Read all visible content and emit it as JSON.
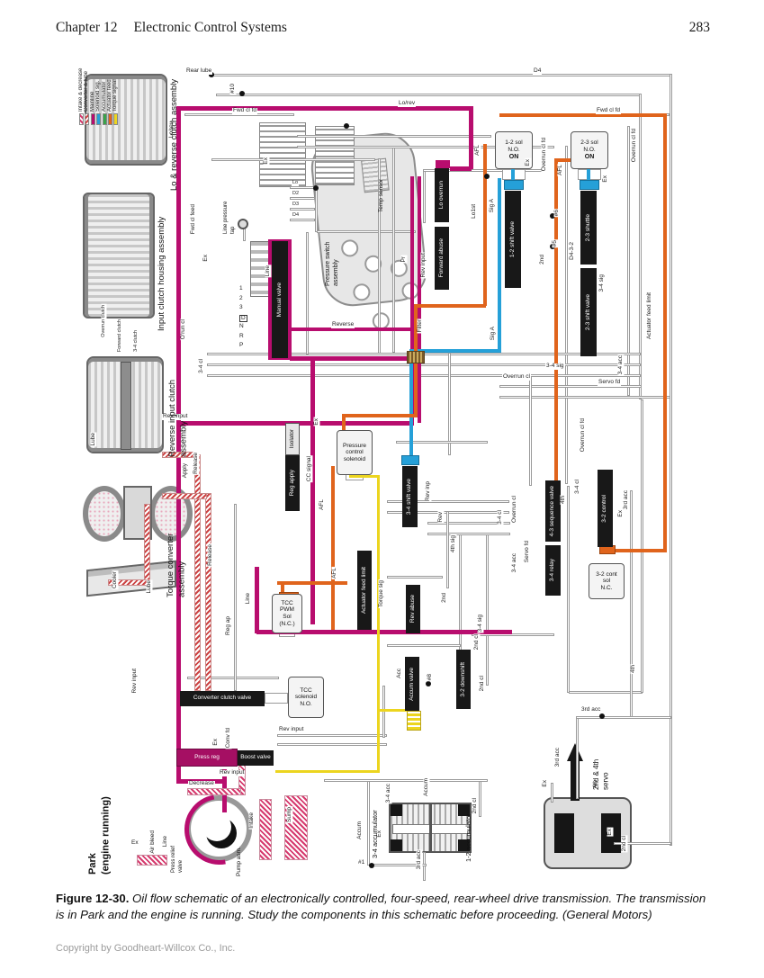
{
  "page": {
    "chapter": "Chapter 12",
    "title": "Electronic Control Systems",
    "page_number": "283",
    "copyright": "Copyright by Goodheart-Willcox Co., Inc."
  },
  "caption": {
    "figure_label": "Figure 12-30.",
    "text": "Oil flow schematic of an electronically controlled, four-speed, rear-wheel drive transmission. The transmission is in Park and the engine is running. Study the components in this schematic before proceeding. (General Motors)"
  },
  "legend": {
    "items": [
      {
        "label": "Intake & decrease",
        "color": "#d63b6e",
        "pattern": "hatch"
      },
      {
        "label": "Converter & lube",
        "color": "#cc4444",
        "pattern": "hatch2"
      },
      {
        "label": "Mainline",
        "color": "#b80d6e",
        "pattern": "solid"
      },
      {
        "label": "Solenoid sig.",
        "color": "#25a0d8",
        "pattern": "solid"
      },
      {
        "label": "Accumulator",
        "color": "#3aa34a",
        "pattern": "solid"
      },
      {
        "label": "Actuator feed",
        "color": "#e0641c",
        "pattern": "solid"
      },
      {
        "label": "Torque signal",
        "color": "#ecd51f",
        "pattern": "solid"
      }
    ]
  },
  "diagram": {
    "state_label": [
      "Park",
      "(engine running)"
    ],
    "assembly_labels": [
      "Lo & reverse clutch assembly",
      "Input clutch housing assembly",
      "Reverse input clutch assembly",
      "Torque converter assembly"
    ],
    "component_labels": {
      "pressure_switch": "Pressure switch assembly",
      "temp_sensor": "Temp sensor",
      "servo": "2nd & 4th servo",
      "accumulator_34": "3-4 accumulator",
      "accumulator_12": "1-2 accumulator",
      "pump": "Pump asm.",
      "press_relief": "Press relief valve",
      "line_pressure_tap": "Line pressure tap"
    },
    "gear_positions": [
      "1",
      "2",
      "3",
      "D",
      "N",
      "R",
      "P"
    ],
    "valves": [
      "Manual valve",
      "1-2 shift valve",
      "2-3 shuttle",
      "2-3 shift valve",
      "Lo overrun",
      "Forward abuse",
      "3-4 shift valve",
      "4-3 sequence valve",
      "3-4 relay",
      "Rev abuse",
      "3-2 control",
      "Actuator feed limit",
      "Reg apply",
      "Isolator",
      "Converter clutch valve",
      "Boost valve",
      "Press reg",
      "Accum valve",
      "3-2 downshift"
    ],
    "solenoids": [
      [
        "1-2 sol",
        "N.O.",
        "ON"
      ],
      [
        "2-3 sol",
        "N.O.",
        "ON"
      ],
      [
        "3-2 cont",
        "sol",
        "N.C."
      ],
      [
        "TCC",
        "PWM",
        "Sol",
        "(N.C.)"
      ],
      [
        "TCC",
        "solenoid",
        "N.O."
      ],
      [
        "Pressure",
        "control",
        "solenoid"
      ]
    ],
    "line_labels": [
      "Rear lube",
      "D4",
      "Lo/rev",
      "Fwd cl fd",
      "Fwd cl fd",
      "#10",
      "Lo/rev",
      "Overrun cl fd",
      "Overrun cl fd",
      "Ex",
      "Fwd cl feed",
      "Lo1st",
      "Sig A",
      "AFL",
      "AFL",
      "Filter",
      "Pr",
      "Rev input",
      "Reverse",
      "2nd",
      "#6",
      "#5",
      "D4-3-2",
      "3-4 sig",
      "Ex",
      "Ex",
      "Sig A",
      "Overrun cl",
      "3-4 sig",
      "Servo fd",
      "3-4 acc",
      "3-4 cl",
      "Rev input",
      "Lube",
      "Overrun clutch",
      "Forward clutch",
      "3-4 clutch",
      "O'run cl",
      "Cooler",
      "Lube",
      "Apply",
      "Release",
      "Release",
      "Reg ap",
      "Line",
      "CC signal",
      "Ex",
      "Torque sig",
      "AFL",
      "AFL",
      "Rev inp",
      "Rev",
      "4th sig",
      "2nd",
      "3-4 cl",
      "Overrun cl",
      "Servo fd",
      "3-4 acc",
      "3-4 sig",
      "2nd cl",
      "3-4 cl",
      "4th",
      "3rd acc",
      "Ex",
      "#8",
      "Acc",
      "2nd cl",
      "Rev input",
      "Rev input",
      "Rev input",
      "Conv fd",
      "Ex",
      "Decrease",
      "Air bleed",
      "Line",
      "Intake",
      "Sump",
      "Ex",
      "Accum",
      "3-4 acc",
      "Accum",
      "2nd cl",
      "3rd acc",
      "#1",
      "Ex",
      "3rd acc",
      "3rd acc",
      "4th",
      "Ex",
      "2nd cl",
      "Ex",
      "4th",
      "Actuator feed limit",
      "Overrun cl fd",
      "Lo",
      "D2",
      "D3",
      "D4",
      "Ex",
      "Line"
    ]
  }
}
